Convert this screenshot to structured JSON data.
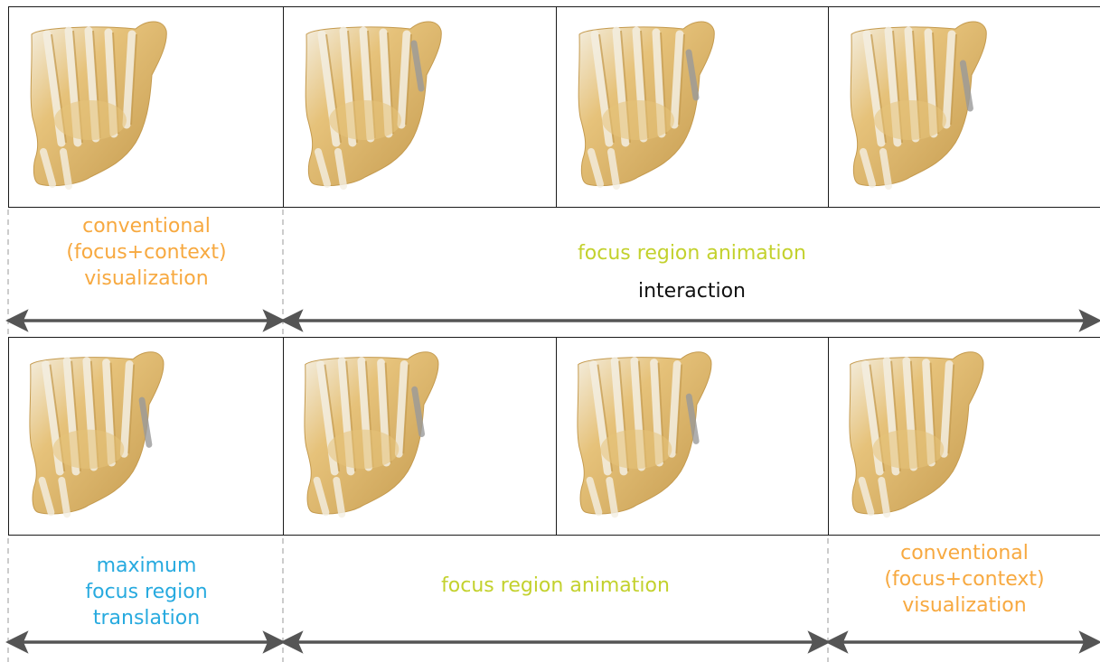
{
  "colors": {
    "conventional": "#f7a940",
    "animation": "#c3d12d",
    "translation": "#27aadf",
    "interaction": "#111111",
    "arrow": "#555555",
    "dashed_guide": "#999999",
    "bone": "#e6c27a",
    "bone_shadow": "#c49a4e",
    "highlight": "#f4efe2",
    "metal": "#9a9a9a"
  },
  "top_row": {
    "panel_icons": [
      "hand-bones-render",
      "hand-bones-render",
      "hand-bones-render",
      "hand-bones-render"
    ],
    "left_label": [
      "conventional",
      "(focus+context)",
      "visualization"
    ],
    "right_label_line1": "focus region animation",
    "right_label_line2": "interaction"
  },
  "bottom_row": {
    "panel_icons": [
      "hand-bones-render",
      "hand-bones-render",
      "hand-bones-render",
      "hand-bones-render"
    ],
    "left_label": [
      "maximum",
      "focus region",
      "translation"
    ],
    "middle_label": "focus region animation",
    "right_label": [
      "conventional",
      "(focus+context)",
      "visualization"
    ]
  }
}
